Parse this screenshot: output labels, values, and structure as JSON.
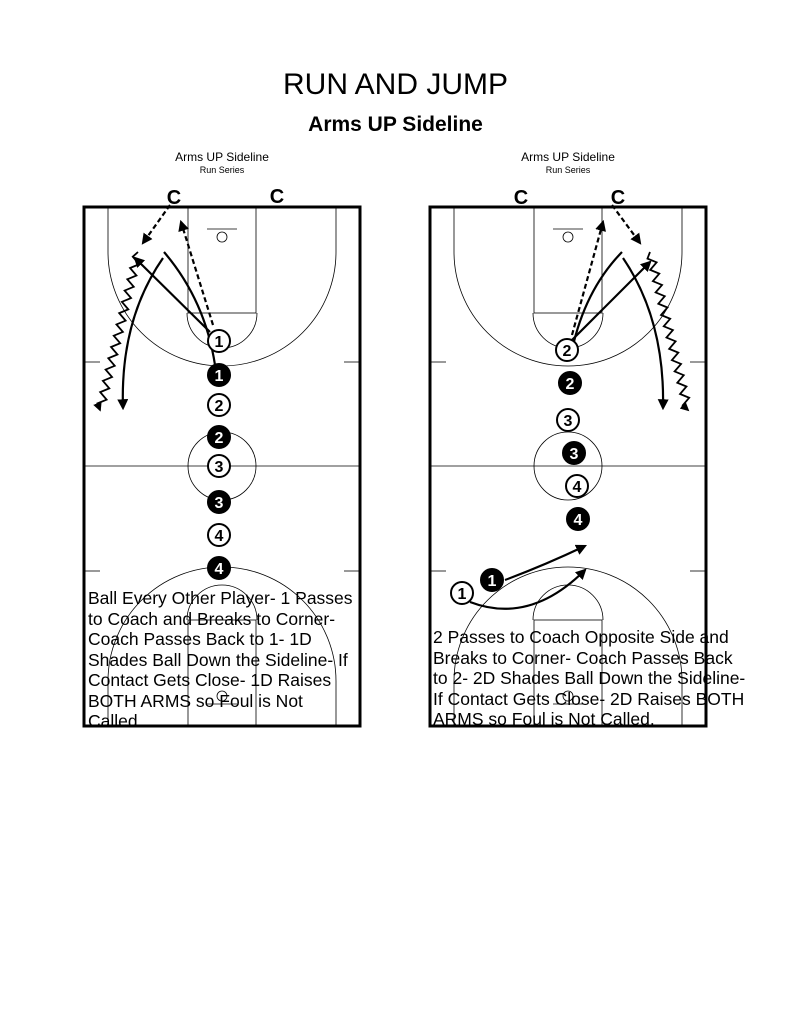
{
  "title": "RUN AND JUMP",
  "subtitle": "Arms UP Sideline",
  "diagrams": [
    {
      "caption": "Arms UP Sideline",
      "series": "Run Series",
      "coach": "C",
      "players": {
        "open": [
          "1",
          "2",
          "3",
          "4"
        ],
        "filled": [
          "1",
          "2",
          "3",
          "4"
        ]
      },
      "text": "Ball Every Other Player- 1 Passes to Coach and Breaks to Corner- Coach Passes Back to 1- 1D Shades Ball Down the Sideline- If Contact Gets Close- 1D Raises BOTH ARMS so Foul is Not Called."
    },
    {
      "caption": "Arms UP Sideline",
      "series": "Run Series",
      "coach": "C",
      "players": {
        "open": [
          "2",
          "3",
          "4",
          "1"
        ],
        "filled": [
          "2",
          "3",
          "4",
          "1"
        ]
      },
      "text": "2 Passes to Coach Opposite Side and Breaks to Corner- Coach Passes Back to 2- 2D Shades Ball Down the Sideline- If Contact Gets Close- 2D Raises BOTH ARMS so Foul is Not Called."
    }
  ]
}
